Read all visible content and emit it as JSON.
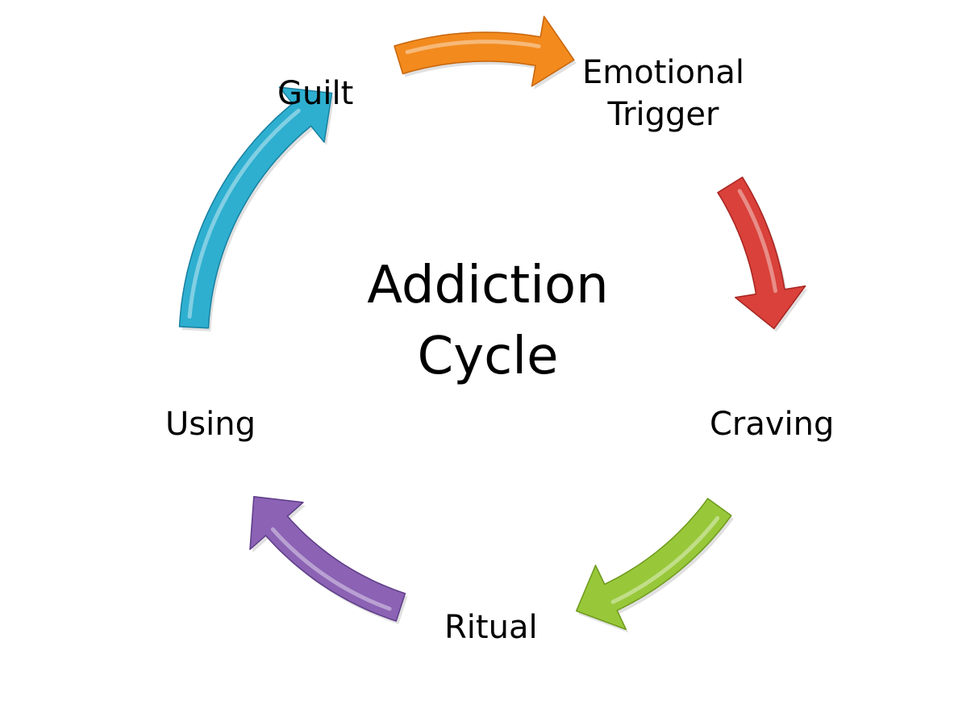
{
  "title": {
    "line1": "Addiction",
    "line2": "Cycle"
  },
  "stages": [
    {
      "id": "emotional-trigger",
      "line1": "Emotional",
      "line2": "Trigger"
    },
    {
      "id": "craving",
      "line1": "Craving"
    },
    {
      "id": "ritual",
      "line1": "Ritual"
    },
    {
      "id": "using",
      "line1": "Using"
    },
    {
      "id": "guilt",
      "line1": "Guilt"
    }
  ],
  "arrows": [
    {
      "name": "guilt-to-trigger",
      "color": "#F28A1E",
      "dark": "#C8650A"
    },
    {
      "name": "trigger-to-craving",
      "color": "#D9413A",
      "dark": "#A82420"
    },
    {
      "name": "craving-to-ritual",
      "color": "#98C83A",
      "dark": "#6E9A1C"
    },
    {
      "name": "ritual-to-using",
      "color": "#8B62B4",
      "dark": "#5E3C88"
    },
    {
      "name": "using-to-guilt",
      "color": "#2EAFD0",
      "dark": "#1780A0"
    }
  ]
}
